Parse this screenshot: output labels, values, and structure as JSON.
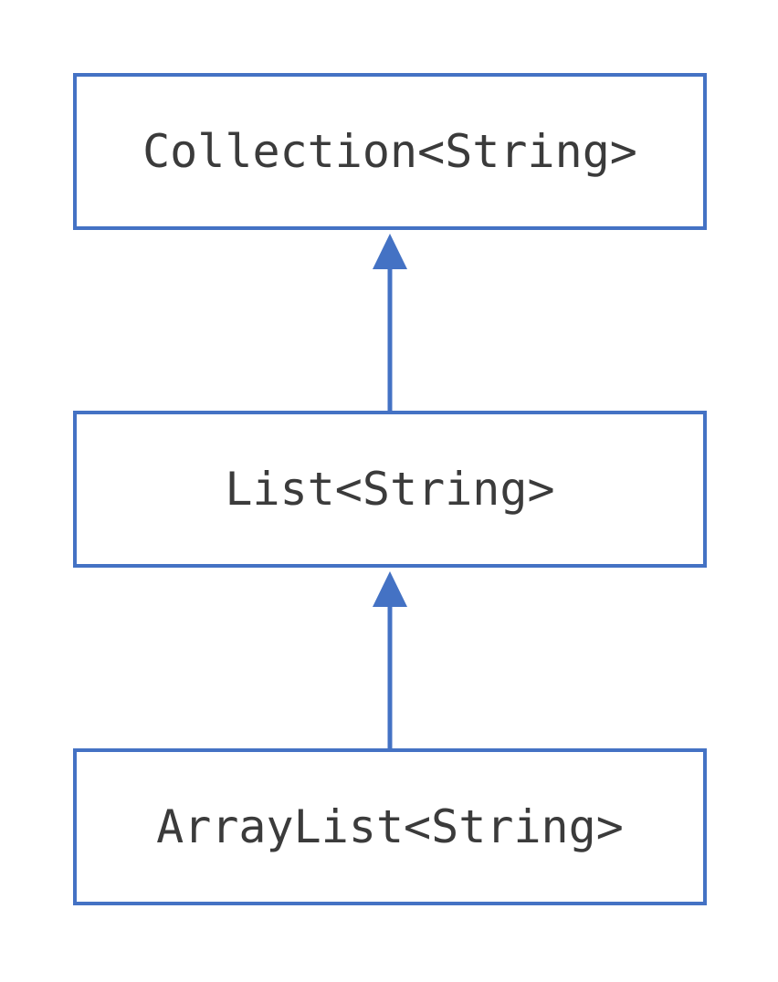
{
  "diagram": {
    "colors": {
      "stroke": "#4472C4",
      "text": "#3b3b3b",
      "background": "#ffffff"
    },
    "nodes": [
      {
        "id": "collection",
        "label": "Collection<String>"
      },
      {
        "id": "list",
        "label": "List<String>"
      },
      {
        "id": "arraylist",
        "label": "ArrayList<String>"
      }
    ],
    "edges": [
      {
        "from": "list",
        "to": "collection",
        "type": "inheritance-arrow"
      },
      {
        "from": "arraylist",
        "to": "list",
        "type": "inheritance-arrow"
      }
    ]
  }
}
